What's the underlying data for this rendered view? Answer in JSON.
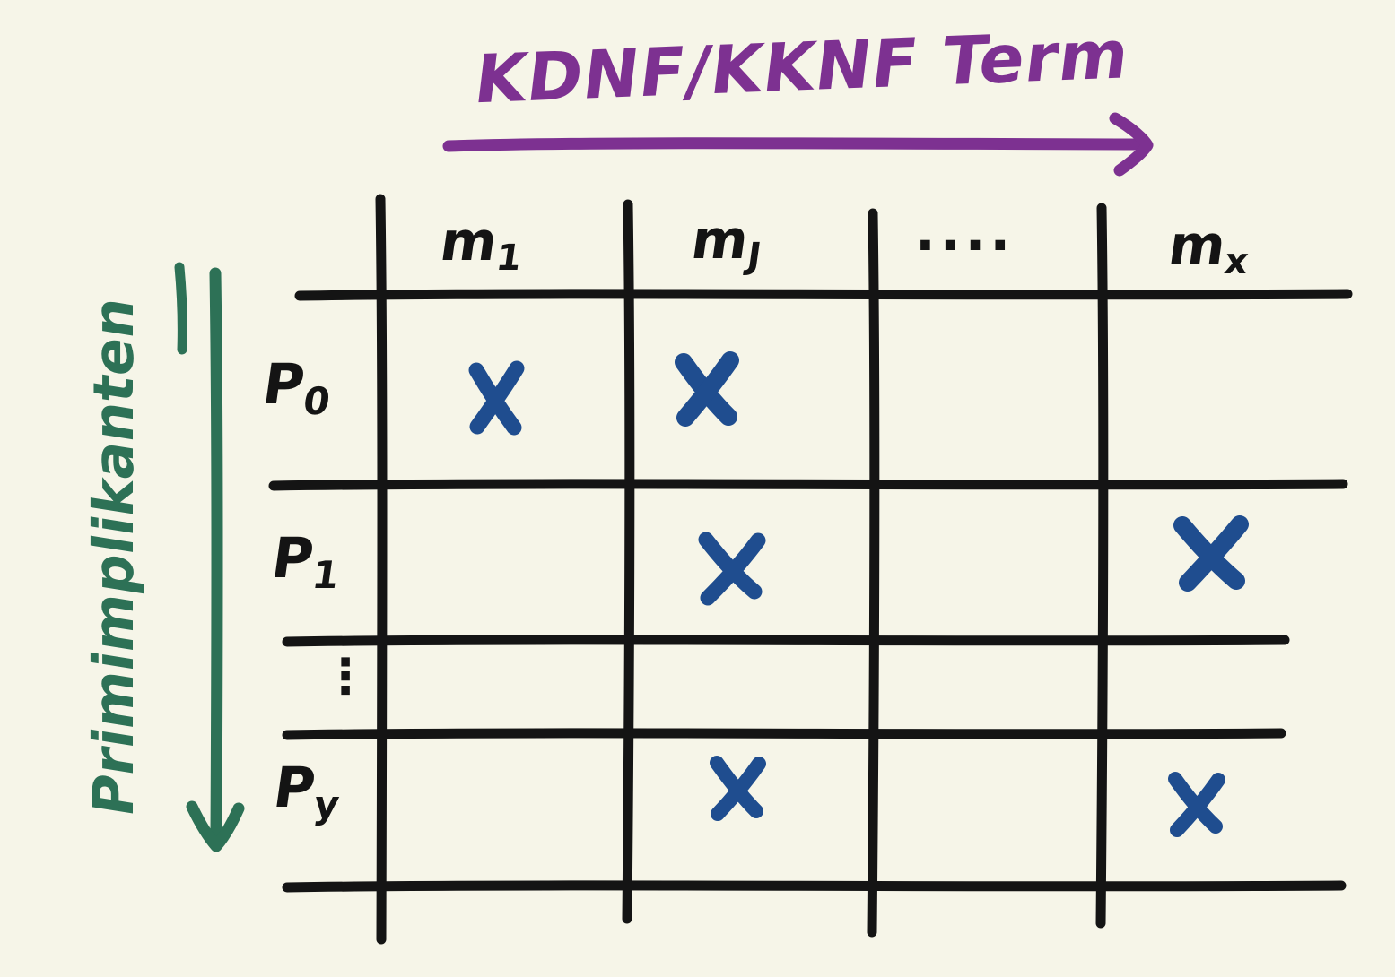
{
  "meta": {
    "kind": "hand-drawn-diagram",
    "background_color": "#f6f5e8"
  },
  "title": {
    "text": "KDNF/KKNF  Term",
    "color": "#7d3191",
    "arrow_name": "horizontal-arrow-right"
  },
  "vertical_label": {
    "text": "Primimplikanten",
    "color": "#2d7156",
    "arrow_name": "vertical-arrow-down",
    "underlined": true
  },
  "table": {
    "columns": [
      {
        "base": "m",
        "sub": "1",
        "label": "m1"
      },
      {
        "base": "m",
        "sub": "J",
        "label": "mJ"
      },
      {
        "base": "",
        "sub": "",
        "label": "····"
      },
      {
        "base": "m",
        "sub": "x",
        "label": "mx"
      }
    ],
    "rows": [
      {
        "base": "P",
        "sub": "0",
        "label": "P0",
        "marks": [
          true,
          true,
          false,
          false
        ]
      },
      {
        "base": "P",
        "sub": "1",
        "label": "P1",
        "marks": [
          false,
          true,
          false,
          true
        ]
      },
      {
        "base": "",
        "sub": "",
        "label": "⋮",
        "marks": [
          false,
          false,
          false,
          false
        ]
      },
      {
        "base": "P",
        "sub": "y",
        "label": "Py",
        "marks": [
          false,
          true,
          false,
          true
        ]
      }
    ],
    "mark_glyph": "X",
    "mark_color": "#1f4d8f",
    "grid_color": "#141414"
  }
}
